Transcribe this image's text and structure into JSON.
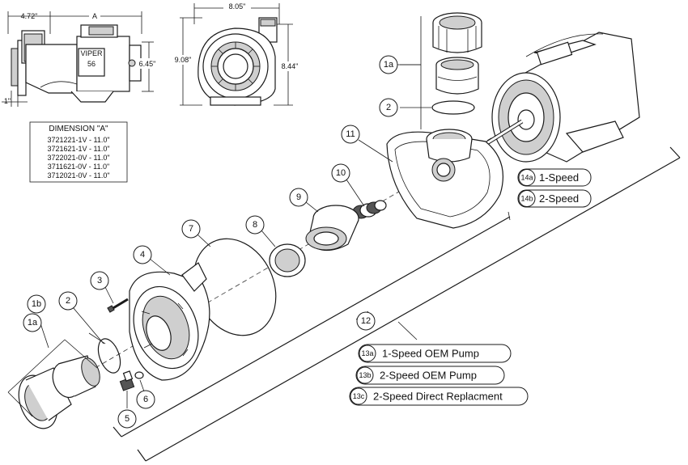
{
  "dimensions": {
    "width_a": "4.72\"",
    "length": "A",
    "height_side": "6.45\"",
    "offset": "1\"",
    "front_width": "8.05\"",
    "front_height_left": "9.08\"",
    "front_height_right": "8.44\""
  },
  "motor_label": {
    "line1": "VIPER",
    "line2": "56"
  },
  "dimension_table": {
    "title": "DIMENSION \"A\"",
    "rows": [
      "3721221-1V - 11.0\"",
      "3721621-1V - 11.0\"",
      "3722021-0V - 11.0\"",
      "3711621-0V - 11.0\"",
      "3712021-0V - 11.0\""
    ]
  },
  "callouts": {
    "c1a_top": "1a",
    "c2_top": "2",
    "c11": "11",
    "c10": "10",
    "c9": "9",
    "c8": "8",
    "c7": "7",
    "c4": "4",
    "c3": "3",
    "c1b": "1b",
    "c1a_bottom": "1a",
    "c2_bottom": "2",
    "c5": "5",
    "c6": "6",
    "c12": "12"
  },
  "pills": {
    "p14a": {
      "code": "14a",
      "label": "1-Speed"
    },
    "p14b": {
      "code": "14b",
      "label": "2-Speed"
    },
    "p13a": {
      "code": "13a",
      "label": "1-Speed OEM Pump"
    },
    "p13b": {
      "code": "13b",
      "label": "2-Speed OEM Pump"
    },
    "p13c": {
      "code": "13c",
      "label": "2-Speed Direct Replacment"
    }
  }
}
